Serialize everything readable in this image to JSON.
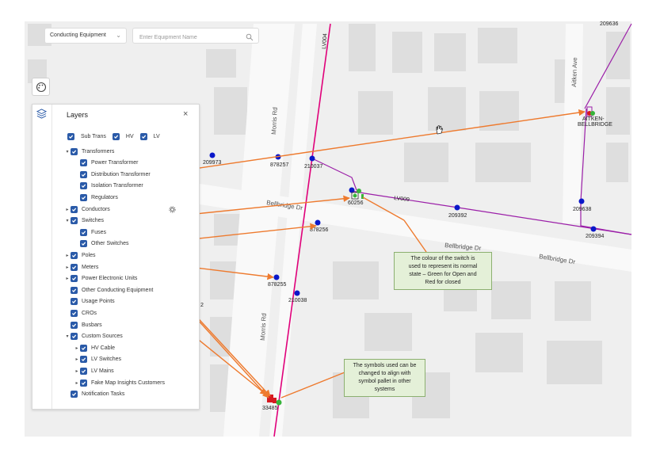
{
  "toolbar": {
    "select_value": "Conducting Equipment",
    "search_placeholder": "Enter Equipment Name"
  },
  "icons": {
    "palette": "palette-icon",
    "layers": "layers-icon",
    "search": "search-icon",
    "close": "close-icon",
    "chevron": "chevron-down-icon",
    "settings": "gear-icon",
    "hand": "hand-cursor-icon"
  },
  "colors": {
    "accent": "#2a5aa8",
    "map_bg": "#efefef",
    "building": "#dedede",
    "road": "#f8f8f8",
    "hv_line": "#e0007a",
    "lv_line": "#9b1fa8",
    "node": "#0a17c9",
    "arrow": "#ee7a2e",
    "switch_open": "#36b43a",
    "switch_closed": "#d71920",
    "note_bg": "#e4f0d8"
  },
  "layers": {
    "title": "Layers",
    "quick": [
      "Sub Trans",
      "HV",
      "LV"
    ],
    "items": [
      {
        "label": "Transformers",
        "level": 0,
        "caret": "down"
      },
      {
        "label": "Power Transformer",
        "level": 1,
        "caret": ""
      },
      {
        "label": "Distribution Transformer",
        "level": 1,
        "caret": ""
      },
      {
        "label": "Isolation Transformer",
        "level": 1,
        "caret": ""
      },
      {
        "label": "Regulators",
        "level": 1,
        "caret": ""
      },
      {
        "label": "Conductors",
        "level": 0,
        "caret": "right"
      },
      {
        "label": "Switches",
        "level": 0,
        "caret": "down"
      },
      {
        "label": "Fuses",
        "level": 1,
        "caret": ""
      },
      {
        "label": "Other Switches",
        "level": 1,
        "caret": ""
      },
      {
        "label": "Poles",
        "level": 0,
        "caret": "right"
      },
      {
        "label": "Meters",
        "level": 0,
        "caret": "right"
      },
      {
        "label": "Power Electronic Units",
        "level": 0,
        "caret": "right"
      },
      {
        "label": "Other Conducting Equipment",
        "level": 0,
        "caret": ""
      },
      {
        "label": "Usage Points",
        "level": 0,
        "caret": ""
      },
      {
        "label": "CROs",
        "level": 0,
        "caret": ""
      },
      {
        "label": "Busbars",
        "level": 0,
        "caret": ""
      },
      {
        "label": "Custom Sources",
        "level": 0,
        "caret": "down"
      },
      {
        "label": "HV Cable",
        "level": 1,
        "caret": "right"
      },
      {
        "label": "LV Switches",
        "level": 1,
        "caret": "right"
      },
      {
        "label": "LV Mains",
        "level": 1,
        "caret": "right"
      },
      {
        "label": "Fake Map Insights Customers",
        "level": 1,
        "caret": "right"
      },
      {
        "label": "Notification Tasks",
        "level": 0,
        "caret": ""
      }
    ]
  },
  "map": {
    "streets": {
      "bellbridge": "Bellbridge Dr",
      "morris": "Morris Rd",
      "aitken": "Aitken Ave"
    },
    "line_labels": {
      "lv004": "LV004",
      "lv009": "LV009"
    },
    "nodes": [
      "209973",
      "878257",
      "210037",
      "60256",
      "209392",
      "209638",
      "209394",
      "878256",
      "878255",
      "210038",
      "209636",
      "33485"
    ],
    "bridge_label": [
      "AITKEN-",
      "BELLBRIDGE"
    ],
    "partial_label": "2"
  },
  "notes": {
    "switch_colour": [
      "The colour of the switch is",
      "used to represent its normal",
      "state – Green for Open and",
      "Red for closed"
    ],
    "symbols": [
      "The symbols used can be",
      "changed to align with",
      "symbol pallet in other",
      "systems"
    ]
  }
}
